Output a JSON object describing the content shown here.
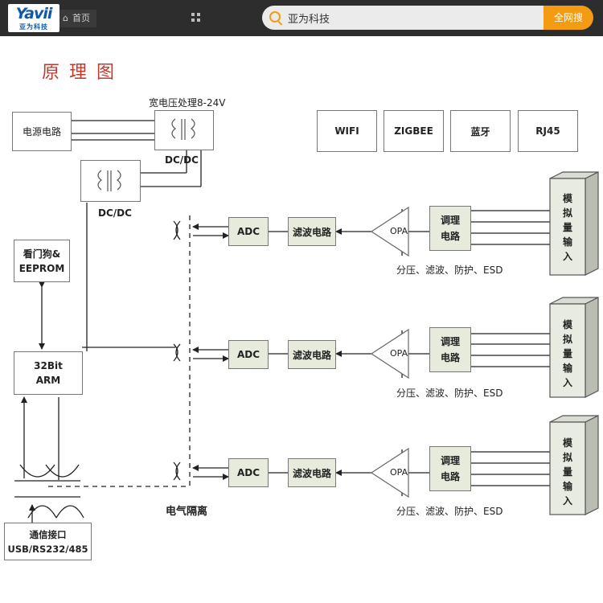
{
  "header": {
    "logo_text": "Yavii",
    "logo_sub": "亚为科技",
    "home_label": "首页",
    "home_icon": "home-icon",
    "apps_icon": "grid-icon",
    "search_value": "亚为科技",
    "search_icon": "search-icon",
    "search_button": "全网搜",
    "accent_color": "#f39c12"
  },
  "page": {
    "title": "原理图"
  },
  "diagram": {
    "power_label": "宽电压处理8-24V",
    "power_circuit": "电源电路",
    "dcdc_top": "DC/DC",
    "dcdc_mid": "DC/DC",
    "watchdog": "看门狗&\nEEPROM",
    "arm": "32Bit\nARM",
    "comm": "通信接口\nUSB/RS232/485",
    "isolation": "电气隔离",
    "comm_modules": [
      "WIFI",
      "ZIGBEE",
      "蓝牙",
      "RJ45"
    ],
    "channels": [
      {
        "adc": "ADC",
        "filter": "滤波电路",
        "opa": "OPA",
        "cond": "调理\n电路",
        "note": "分压、滤波、防护、ESD",
        "input": "模拟量输入"
      },
      {
        "adc": "ADC",
        "filter": "滤波电路",
        "opa": "OPA",
        "cond": "调理\n电路",
        "note": "分压、滤波、防护、ESD",
        "input": "模拟量输入"
      },
      {
        "adc": "ADC",
        "filter": "滤波电路",
        "opa": "OPA",
        "cond": "调理\n电路",
        "note": "分压、滤波、防护、ESD",
        "input": "模拟量输入"
      }
    ]
  }
}
